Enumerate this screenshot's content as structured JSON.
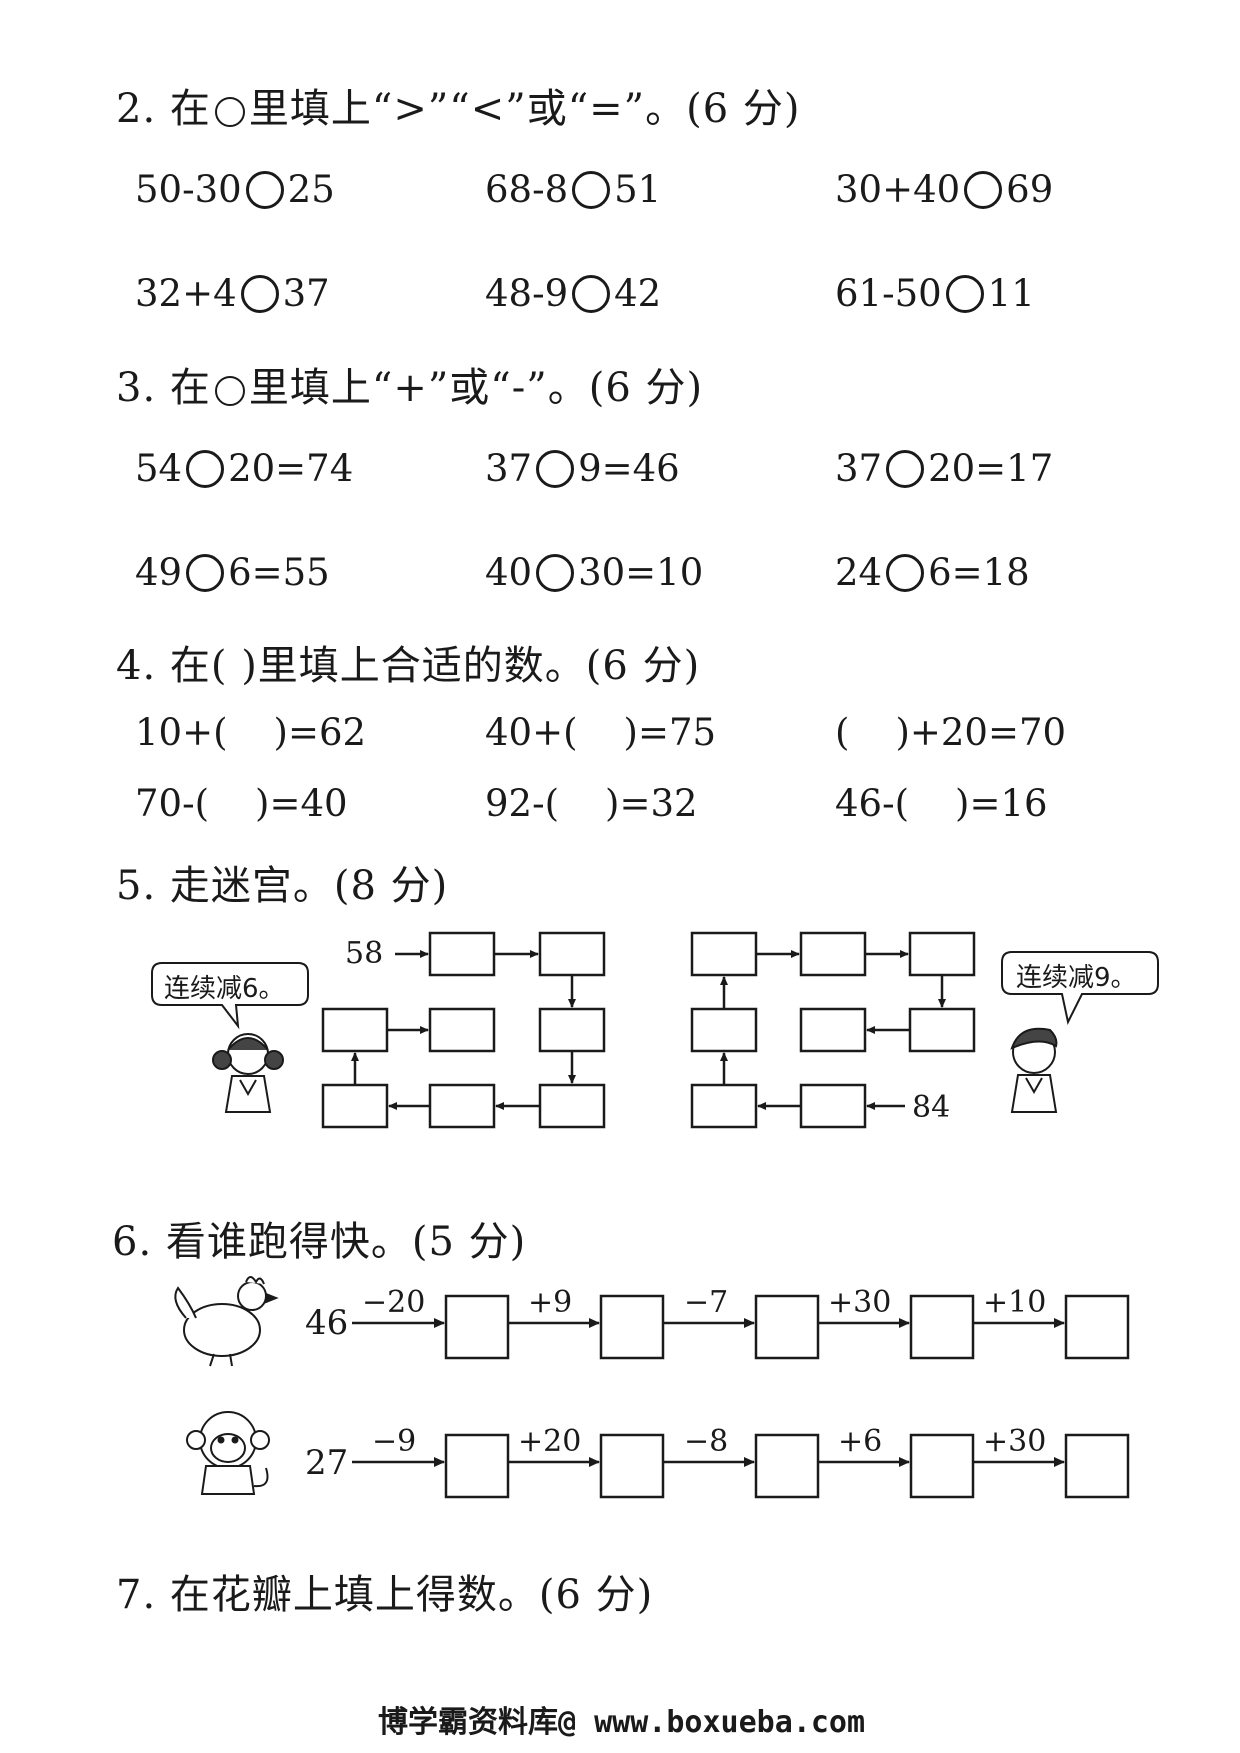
{
  "q2": {
    "heading_pre": "2. 在",
    "heading_post": "里填上“>”“<”或“=”。(6 分)",
    "items": [
      {
        "left": "50-30",
        "right": "25"
      },
      {
        "left": "68-8",
        "right": "51"
      },
      {
        "left": "30+40",
        "right": "69"
      },
      {
        "left": "32+4",
        "right": "37"
      },
      {
        "left": "48-9",
        "right": "42"
      },
      {
        "left": "61-50",
        "right": "11"
      }
    ]
  },
  "q3": {
    "heading_pre": "3. 在",
    "heading_post": "里填上“+”或“-”。(6 分)",
    "items": [
      {
        "left": "54",
        "right": "20=74"
      },
      {
        "left": "37",
        "right": "9=46"
      },
      {
        "left": "37",
        "right": "20=17"
      },
      {
        "left": "49",
        "right": "6=55"
      },
      {
        "left": "40",
        "right": "30=10"
      },
      {
        "left": "24",
        "right": "6=18"
      }
    ]
  },
  "q4": {
    "heading": "4. 在(  )里填上合适的数。(6 分)",
    "items": [
      {
        "left": "10+(",
        "right": ")=62"
      },
      {
        "left": "40+(",
        "right": ")=75"
      },
      {
        "left": "(",
        "right": ")+20=70"
      },
      {
        "left": "70-(",
        "right": ")=40"
      },
      {
        "left": "92-(",
        "right": ")=32"
      },
      {
        "left": "46-(",
        "right": ")=16"
      }
    ]
  },
  "q5": {
    "heading": "5. 走迷宫。(8 分)",
    "left_start": "58",
    "left_bubble": "连续减6。",
    "right_start": "84",
    "right_bubble": "连续减9。"
  },
  "q6": {
    "heading": "6. 看谁跑得快。(5 分)",
    "rows": [
      {
        "animal": "rooster-icon",
        "start": "46",
        "ops": [
          "−20",
          "+9",
          "−7",
          "+30",
          "+10"
        ]
      },
      {
        "animal": "monkey-icon",
        "start": "27",
        "ops": [
          "−9",
          "+20",
          "−8",
          "+6",
          "+30"
        ]
      }
    ]
  },
  "q7": {
    "heading": "7. 在花瓣上填上得数。(6 分)"
  },
  "footer": {
    "brand": "博学霸资料库",
    "url": "@ www.boxueba.com"
  }
}
